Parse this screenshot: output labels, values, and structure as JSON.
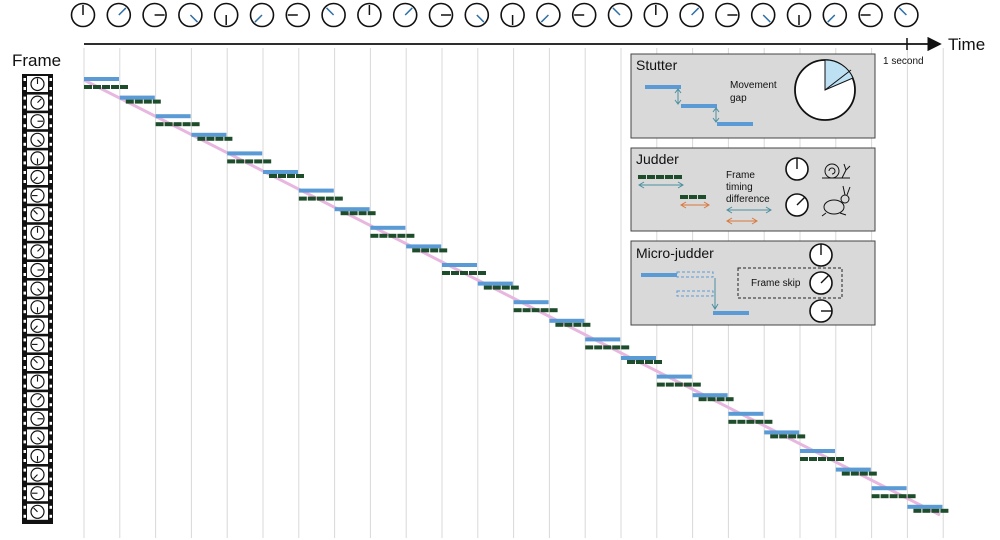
{
  "labels": {
    "frame_axis": "Frame",
    "time_axis": "Time",
    "one_second": "1 second"
  },
  "clock_count": 24,
  "panels": {
    "stutter": {
      "title": "Stutter",
      "note_line1": "Movement",
      "note_line2": "gap"
    },
    "judder": {
      "title": "Judder",
      "note_line1": "Frame",
      "note_line2": "timing",
      "note_line3": "difference"
    },
    "micro_judder": {
      "title": "Micro-judder",
      "note": "Frame skip"
    }
  },
  "colors": {
    "blue_bar": "#5b9bd5",
    "dark_bar": "#1e4d2b",
    "pink_line": "#e8b7e0",
    "panel_fill": "#d9d9d9",
    "arrow_orange": "#d9773a",
    "arrow_teal": "#4a8fa0",
    "pie_fill": "#bde0f3"
  },
  "icons": {
    "judder_slow": "snail-icon",
    "judder_fast": "rabbit-icon",
    "film": "film-strip-icon",
    "clock": "clock-icon"
  }
}
